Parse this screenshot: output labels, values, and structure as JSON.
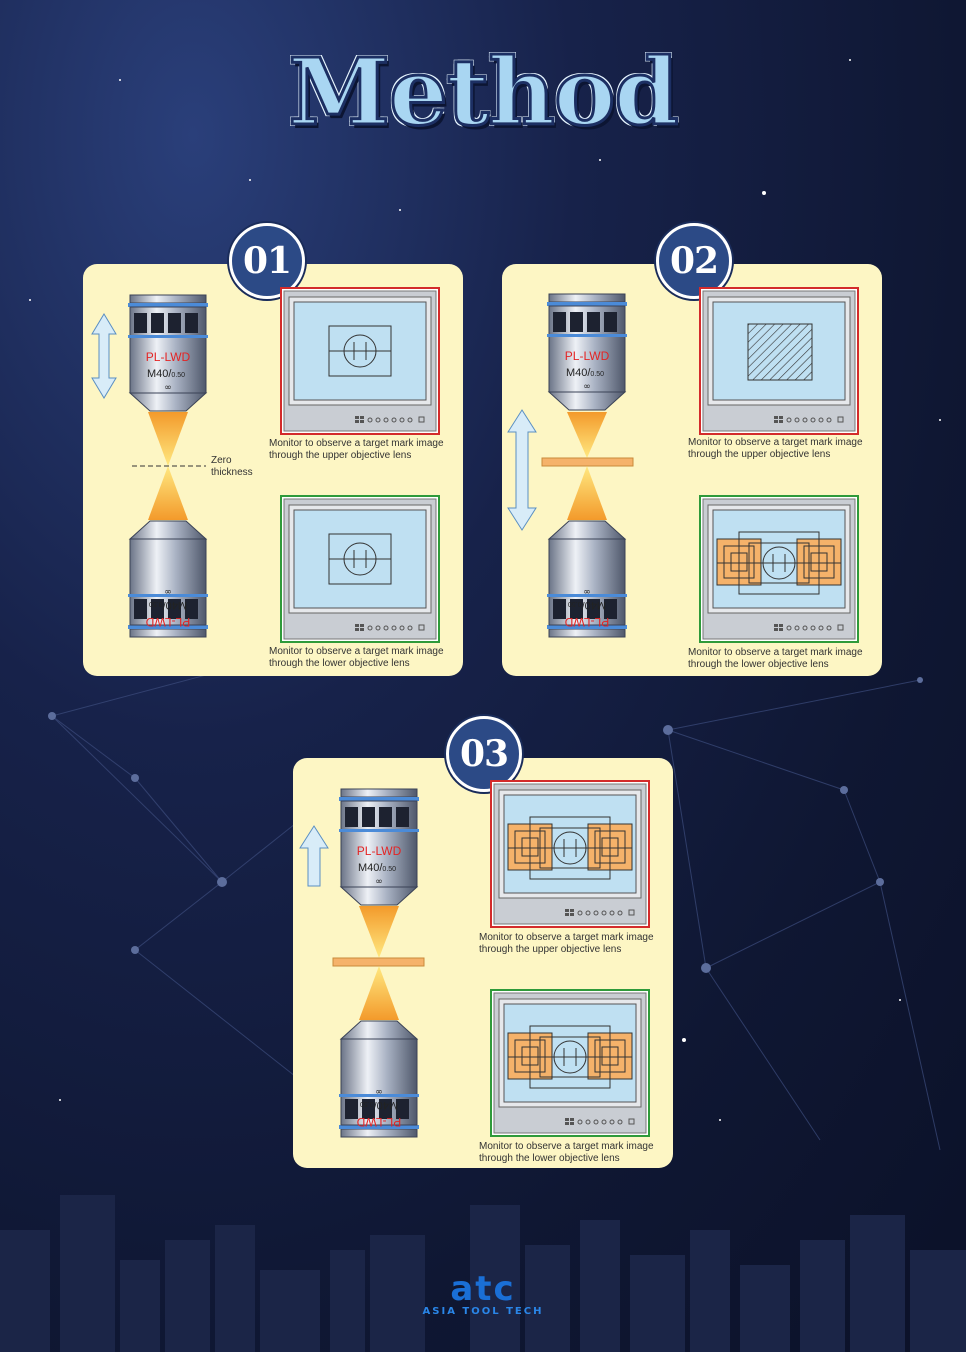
{
  "title": "Method",
  "steps": [
    {
      "number": "01",
      "upper_caption": "Monitor to observe a target mark image through the upper objective lens",
      "lower_caption": "Monitor to observe a target mark image through the lower objective lens",
      "gap_label_1": "Zero",
      "gap_label_2": "thickness"
    },
    {
      "number": "02",
      "upper_caption": "Monitor to observe a target mark image through the upper objective lens",
      "lower_caption": "Monitor to observe a target mark image through the lower objective lens"
    },
    {
      "number": "03",
      "upper_caption": "Monitor to observe a target mark image through the upper objective lens",
      "lower_caption": "Monitor to observe a target mark image through the lower objective lens"
    }
  ],
  "lens": {
    "brand": "PL-LWD",
    "model": "M40",
    "na": "0.50",
    "infinity": "∞"
  },
  "logo": {
    "main": "atc",
    "sub": "ASIA TOOL TECH"
  },
  "colors": {
    "panel": "#fdf6c4",
    "badge": "#2c4a86",
    "upper_frame": "#d32b2b",
    "lower_frame": "#2f9a3a",
    "sample": "#f2b06a",
    "screen": "#bfe0f2"
  }
}
